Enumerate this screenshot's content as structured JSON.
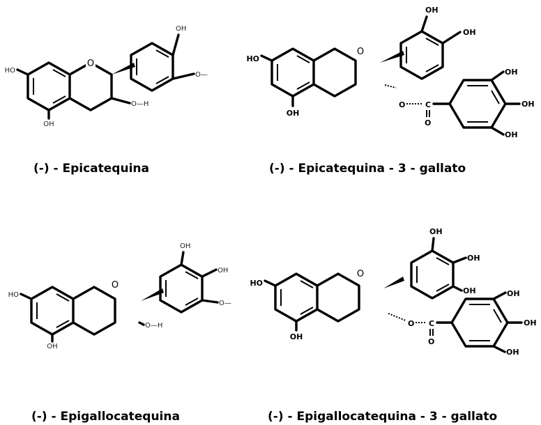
{
  "captions": {
    "epicatechin": "(-) - Epicatequina",
    "epicatechin_gallate": "(-) - Epicatequina - 3 - gallato",
    "epigallocatechin": "(-) - Epigallocatequina",
    "epigallocatechin_gallate": "(-) - Epigallocatequina - 3 - gallato"
  },
  "atoms": {
    "hydroxyl": "OH",
    "hydroxyl_left": "HO",
    "hydroxyl_faint": "O—",
    "hydroxyl_faint2": "O—H",
    "ring_oxygen": "O",
    "carbon": "C",
    "ester_oxygen": "O"
  }
}
